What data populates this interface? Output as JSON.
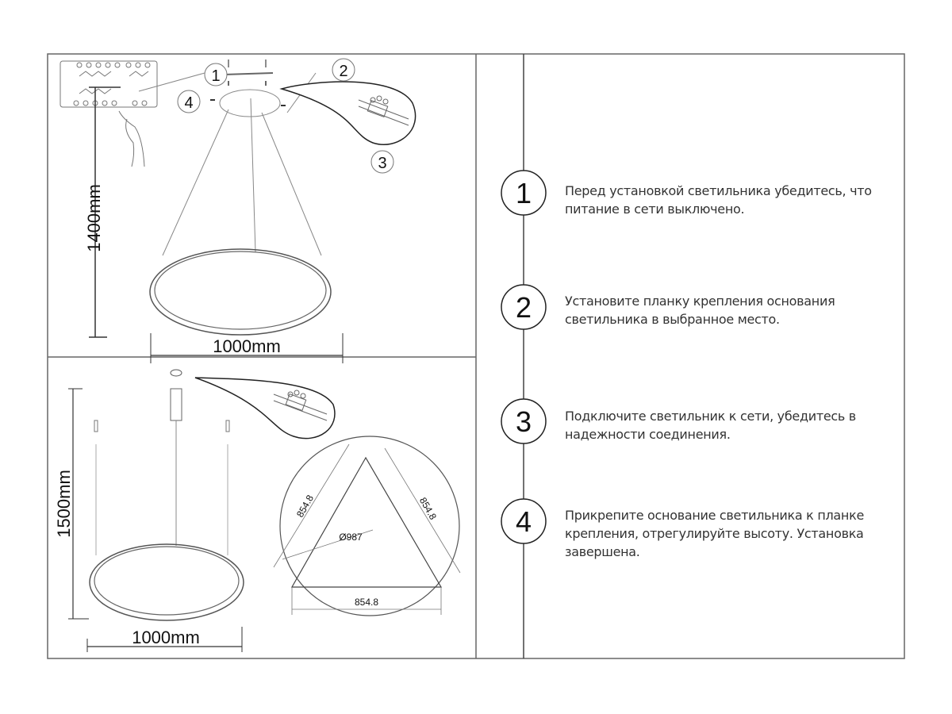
{
  "left_panel": {
    "top_diagram": {
      "height_dimension": "1400mm",
      "width_dimension": "1000mm",
      "callouts": [
        "1",
        "2",
        "3",
        "4"
      ]
    },
    "bottom_diagram": {
      "height_dimension": "1500mm",
      "width_dimension": "1000mm",
      "triangle_side_left": "854.8",
      "triangle_side_right": "854.8",
      "triangle_side_bottom": "854.8",
      "circle_diameter": "Ø987"
    }
  },
  "steps": [
    {
      "number": "1",
      "text": "Перед установкой светильника убедитесь, что питание в сети выключено."
    },
    {
      "number": "2",
      "text": "Установите планку крепления основания светильника в выбранное место."
    },
    {
      "number": "3",
      "text": "Подключите светильник к сети, убедитесь в надежности соединения."
    },
    {
      "number": "4",
      "text": "Прикрепите основание светильника к планке крепления, отрегулируйте высоту. Установка завершена."
    }
  ]
}
